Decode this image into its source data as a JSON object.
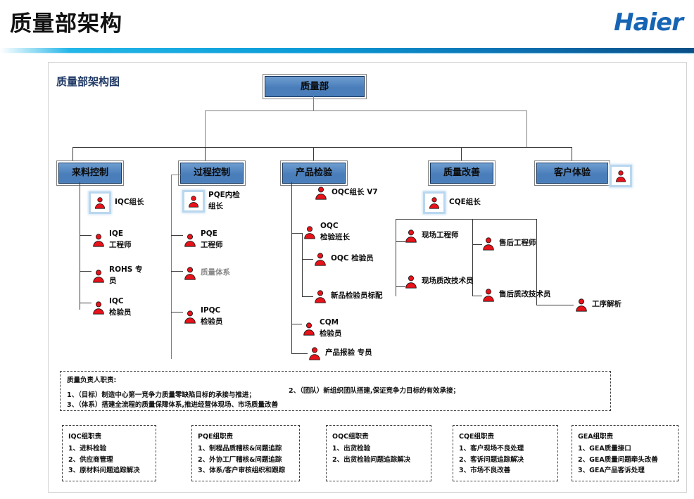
{
  "header": {
    "title": "质量部架构",
    "brand": "Haier"
  },
  "panel": {
    "title": "质量部架构图"
  },
  "org": {
    "root": {
      "label": "质量部"
    },
    "departments": [
      {
        "label": "来料控制"
      },
      {
        "label": "过程控制"
      },
      {
        "label": "产品检验"
      },
      {
        "label": "质量改善"
      },
      {
        "label": "客户体验"
      }
    ]
  },
  "people": {
    "incoming": [
      {
        "label": "IQC组长",
        "highlight": true
      },
      {
        "line1": "IQE",
        "line2": "工程师",
        "highlight": false
      },
      {
        "line1": "ROHS 专",
        "line2": "员",
        "highlight": false
      },
      {
        "line1": "IQC",
        "line2": "检验员",
        "highlight": false
      }
    ],
    "process": [
      {
        "line1": "PQE内检",
        "line2": "组长",
        "highlight": true
      },
      {
        "line1": "PQE",
        "line2": "工程师",
        "highlight": false
      },
      {
        "label": "质量体系",
        "grey": true,
        "highlight": false
      },
      {
        "line1": "IPQC",
        "line2": "检验员",
        "highlight": false
      }
    ],
    "inspection": [
      {
        "label": "OQC组长 V7",
        "highlight": false
      },
      {
        "line1": "OQC",
        "line2": "检验班长",
        "highlight": false
      },
      {
        "label": "OQC 检验员",
        "highlight": false
      },
      {
        "label": "新品检验员标配",
        "highlight": false
      },
      {
        "line1": "CQM",
        "line2": "检验员",
        "highlight": false
      },
      {
        "label": "产品报验 专员",
        "highlight": false
      }
    ],
    "improvement": [
      {
        "label": "CQE组长",
        "highlight": true
      },
      {
        "label": "现场工程师",
        "highlight": false
      },
      {
        "label": "现场质改技术员",
        "highlight": false
      },
      {
        "label": "售后工程师",
        "highlight": false
      },
      {
        "label": "售后质改技术员",
        "highlight": false
      },
      {
        "label": "工序解析",
        "highlight": false
      }
    ],
    "customer": [
      {
        "label": "",
        "highlight": true
      }
    ]
  },
  "responsibility": {
    "title": "质量负责人职责:",
    "item1": "1、（目标）制造中心第一竞争力质量零缺陷目标的承接与推进；",
    "item2": "2、（团队）新组织团队搭建,保证竞争力目标的有效承接；",
    "item3": "3、（体系）搭建全流程的质量保障体系,推进经营体现场、市场质量改善"
  },
  "duty_boxes": [
    {
      "title": "IQC组职责",
      "items": [
        "1、进料检验",
        "2、供应商管理",
        "3、原材料问题追踪解决"
      ]
    },
    {
      "title": "PQE组职责",
      "items": [
        "1、制程品质稽核&问题追踪",
        "2、外协工厂稽核&问题追踪",
        "3、体系/客户审核组织和跟踪"
      ]
    },
    {
      "title": "OQC组职责",
      "items": [
        "1、出货检验",
        "2、出货检验问题追踪解决"
      ]
    },
    {
      "title": "CQE组职责",
      "items": [
        "1、客户现场不良处理",
        "2、客诉问题追踪解决",
        "3、市场不良改善"
      ]
    },
    {
      "title": "GEA组职责",
      "items": [
        "1、GEA质量接口",
        "2、GEA质量问题牵头改善",
        "3、GEA产品客诉处理"
      ]
    }
  ],
  "colors": {
    "brand_blue": "#1664b4",
    "box_fill": "#4a7ebb",
    "box_border": "#17375e",
    "panel_title": "#1f3864",
    "person_red": "#e8131a",
    "highlight_ring": "#b9d7ef"
  }
}
